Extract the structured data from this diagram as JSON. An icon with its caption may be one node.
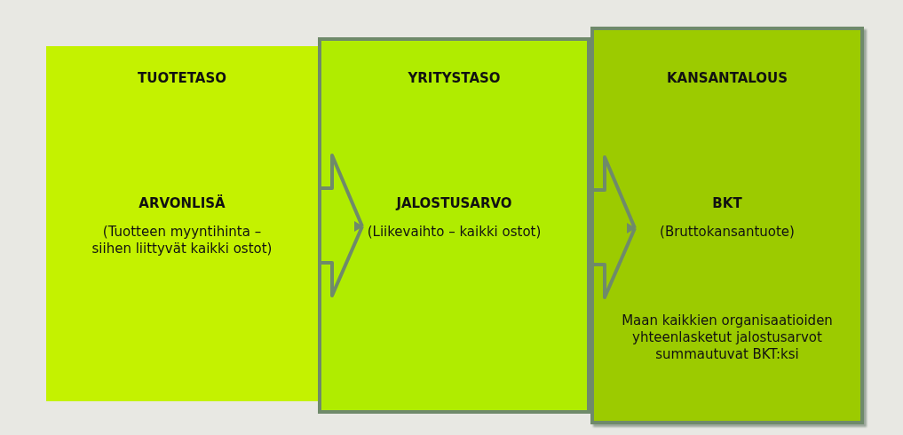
{
  "diagram": {
    "nodes": [
      {
        "text": [
          "TUOTETASO",
          "ARVONLISÄ",
          "(Tuotteen myyntihinta – siihen liittyvät kaikki ostot)"
        ]
      },
      {
        "text": [
          "YRITYSTASO",
          "JALOSTUSARVO",
          "(Liikevaihto – kaikki ostot)"
        ]
      },
      {
        "text": [
          "KANSANTALOUS",
          "BKT",
          "(Bruttokansantuote)",
          "Maan kaikkien organisaatioiden yhteenlasketut jalostusarvot summautuvat BKT:ksi"
        ]
      }
    ],
    "edges": [
      {
        "from": 0,
        "to": 1,
        "arrow": "to"
      },
      {
        "from": 1,
        "to": 2,
        "arrow": "to"
      }
    ]
  }
}
